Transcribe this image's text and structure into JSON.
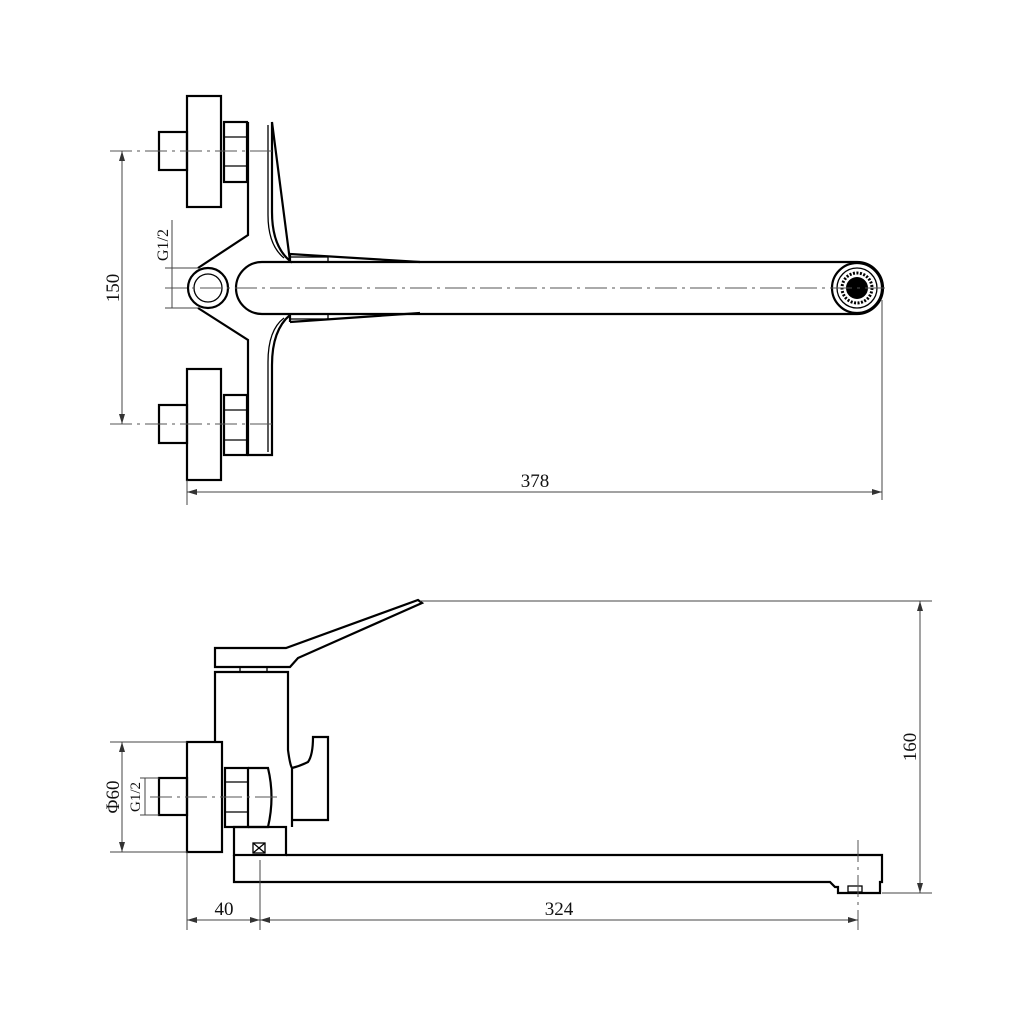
{
  "top_view": {
    "dim_height": "150",
    "dim_thread": "G1/2",
    "dim_length": "378"
  },
  "side_view": {
    "dim_height": "160",
    "dim_diameter": "Φ60",
    "dim_thread": "G1/2",
    "dim_offset": "40",
    "dim_spout": "324"
  }
}
